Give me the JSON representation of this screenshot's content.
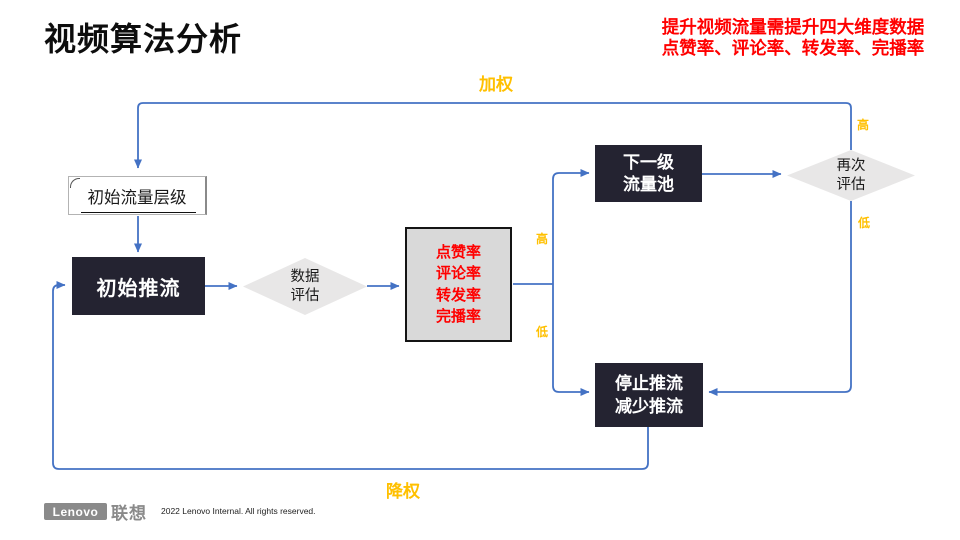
{
  "slide": {
    "title": "视频算法分析",
    "callout": {
      "line1": "提升视频流量需提升四大维度数据",
      "line2": "点赞率、评论率、转发率、完播率"
    }
  },
  "flowchart": {
    "nodes": {
      "initial_level": {
        "label": "初始流量层级"
      },
      "initial_push": {
        "label": "初始推流"
      },
      "data_eval": {
        "line1": "数据",
        "line2": "评估"
      },
      "metrics": {
        "lines": [
          "点赞率",
          "评论率",
          "转发率",
          "完播率"
        ]
      },
      "next_pool": {
        "line1": "下一级",
        "line2": "流量池"
      },
      "re_eval": {
        "line1": "再次",
        "line2": "评估"
      },
      "stop_push": {
        "line1": "停止推流",
        "line2": "减少推流"
      }
    },
    "labels": {
      "weight_up": "加权",
      "weight_down": "降权",
      "high_mid": "高",
      "low_mid": "低",
      "high_right": "高",
      "low_right": "低"
    },
    "colors": {
      "connector_blue": "#4472C4",
      "label_orange": "#FFC000",
      "alert_red": "#FF0000",
      "node_dark": "#242331",
      "metrics_gray": "#D9D9D9",
      "diamond_gray": "#E8E7E7"
    }
  },
  "footer": {
    "logo_en": "Lenovo",
    "logo_cn": "联想",
    "copyright": "2022 Lenovo Internal. All rights reserved."
  }
}
